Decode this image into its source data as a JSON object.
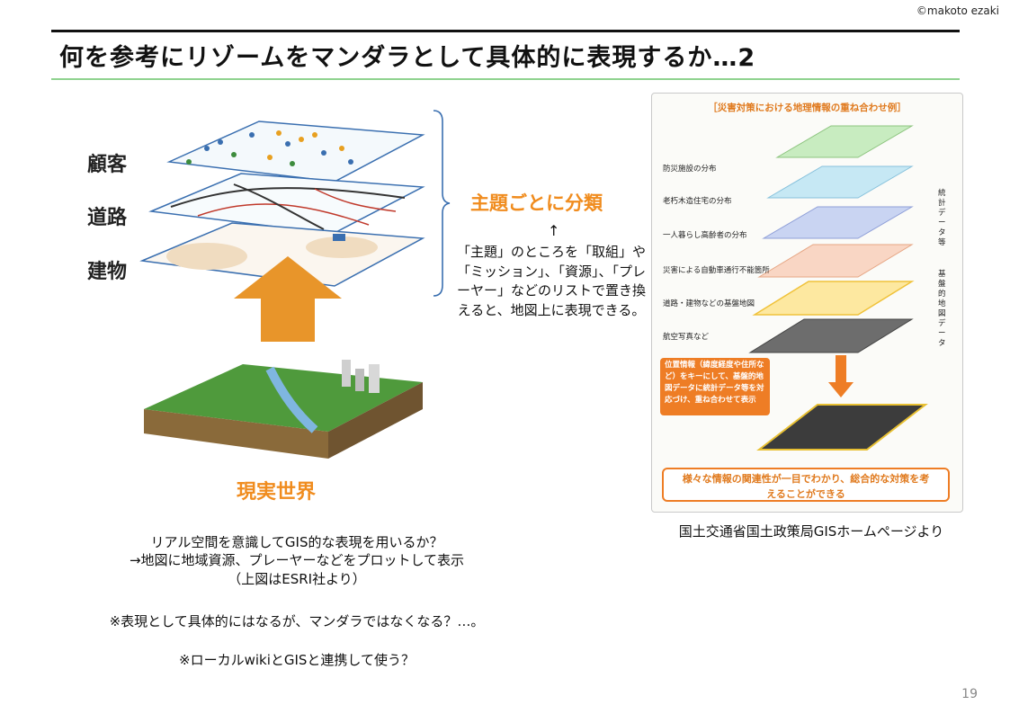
{
  "header": {
    "copyright": "©makoto ezaki",
    "title": "何を参考にリゾームをマンダラとして具体的に表現するか…2"
  },
  "left_figure": {
    "layers": [
      "顧客",
      "道路",
      "建物"
    ],
    "topic_label": "主題ごとに分類",
    "real_world_label": "現実世界"
  },
  "note": {
    "arrow": "↑",
    "text": "「主題」のところを「取組」や「ミッション」、「資源」、「プレーヤー」などのリストで置き換えると、地図上に表現できる。"
  },
  "right_figure": {
    "title": "［災害対策における地理情報の重ね合わせ例］",
    "layers": [
      "防災施設の分布",
      "老朽木造住宅の分布",
      "一人暮らし高齢者の分布",
      "災害による自動車通行不能箇所",
      "道路・建物などの基盤地図",
      "航空写真など"
    ],
    "group_labels": [
      "統計データ等",
      "基盤的地図データ"
    ],
    "orange_box": "位置情報（緯度経度や住所など）をキーにして、基盤的地図データに統計データ等を対応づけ、重ね合わせて表示",
    "bottom_box": "様々な情報の関連性が一目でわかり、総合的な対策を考えることができる",
    "caption": "国土交通省国土政策局GISホームページより"
  },
  "bottom_text": {
    "line1": "リアル空間を意識してGIS的な表現を用いるか？",
    "line2": "→地図に地域資源、プレーヤーなどをプロットして表示",
    "line3": "（上図はESRI社より）",
    "line4": "※表現として具体的にはなるが、マンダラではなくなる？…。",
    "line5": "※ローカルwikiとGISと連携して使う？"
  },
  "footer": {
    "page_number": "19"
  },
  "colors": {
    "accent_orange": "#f08c1e",
    "rule_green": "#8fd28f",
    "layer_blue": "#3a6fb0"
  }
}
